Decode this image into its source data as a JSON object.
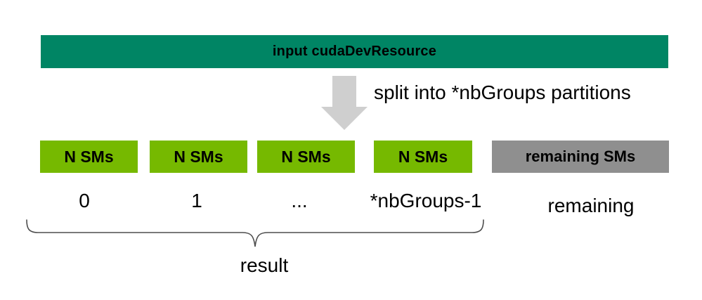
{
  "diagram": {
    "title_bar": {
      "label": "input cudaDevResource"
    },
    "split": {
      "annotation": "split into *nbGroups partitions"
    },
    "partitions": [
      {
        "box_label": "N SMs",
        "index_label": "0"
      },
      {
        "box_label": "N SMs",
        "index_label": "1"
      },
      {
        "box_label": "N SMs",
        "index_label": "..."
      },
      {
        "box_label": "N SMs",
        "index_label": "*nbGroups-1"
      }
    ],
    "remaining": {
      "box_label": "remaining SMs",
      "index_label": "remaining"
    },
    "result": {
      "label": "result"
    },
    "icons": {
      "arrow": "split-down-arrow-icon",
      "brace": "result-brace-icon"
    },
    "colors": {
      "input_bar": "#008564",
      "partition_box": "#76B900",
      "remaining_box": "#8F8F8F",
      "arrow": "#CFCFCF",
      "brace": "#4D4D4D",
      "text": "#000000",
      "background": "#FFFFFF"
    }
  }
}
